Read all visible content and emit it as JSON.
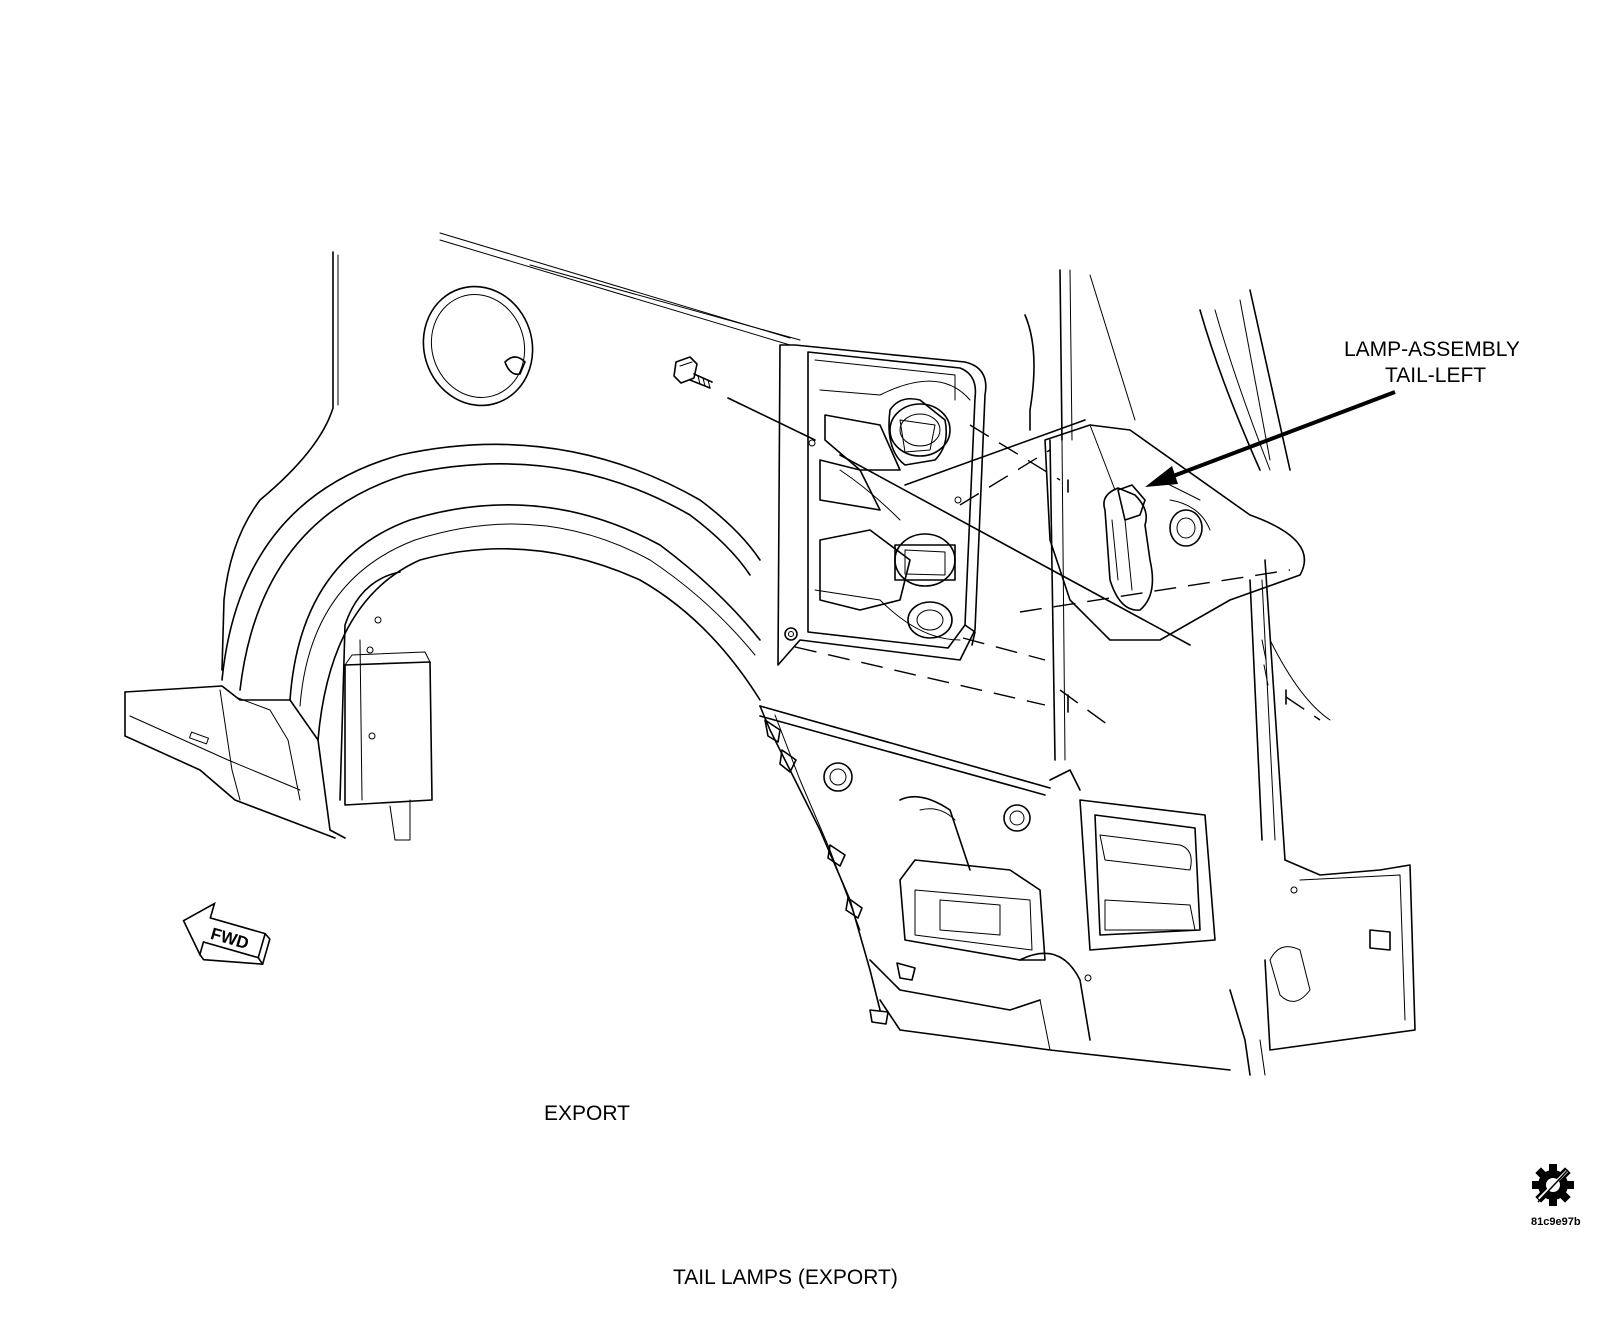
{
  "diagram": {
    "callout": {
      "line1": "LAMP-ASSEMBLY",
      "line2": "TAIL-LEFT"
    },
    "view_label": "EXPORT",
    "caption": "TAIL LAMPS (EXPORT)",
    "fwd_arrow_label": "FWD",
    "reference_code": "81c9e97b",
    "icons": {
      "direction": "forward-arrow-icon",
      "publisher": "gear-icon"
    }
  }
}
